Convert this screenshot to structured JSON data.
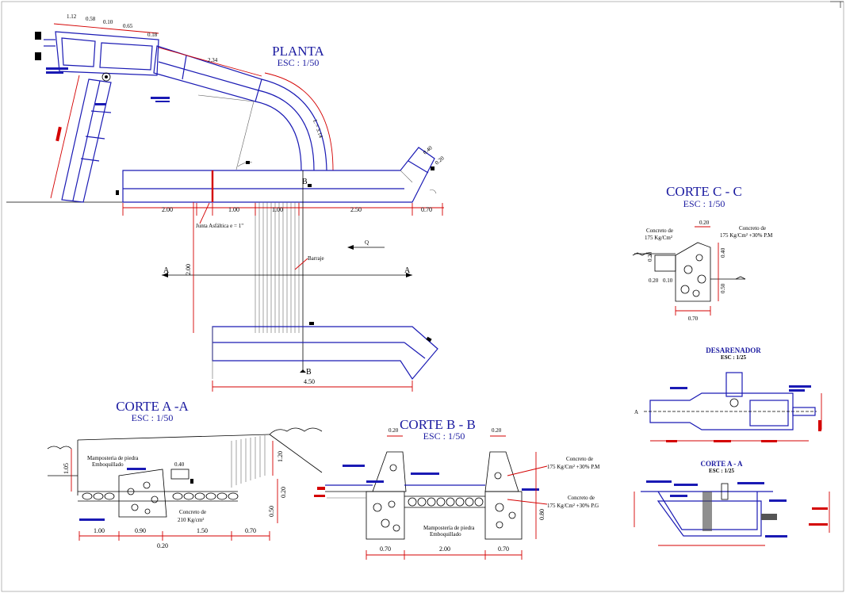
{
  "planta": {
    "title": "PLANTA",
    "scale": "ESC : 1/50",
    "dims": [
      "2.00",
      "1.00",
      "1.00",
      "2.50",
      "0.70"
    ],
    "dim_vert": "2.00",
    "dim_bottom": "4.50",
    "dim_corner_a": "0.40",
    "dim_corner_b": "0.20",
    "dim_arc": "L = 3.14",
    "section_a": "A",
    "section_b": "B",
    "flow_label": "Q",
    "junta_label": "Junta Asfáltica e = 1\"",
    "barraje_label": "Barraje"
  },
  "corte_cc": {
    "title": "CORTE C - C",
    "scale": "ESC : 1/50",
    "concrete_left": [
      "Concreto de",
      "175 Kg/Cm²"
    ],
    "concrete_right": [
      "Concreto de",
      "175 Kg/Cm² +30% P.M"
    ],
    "dim_top": "0.20",
    "dim_v1": "0.40",
    "dim_v2": "0.50",
    "dim_v3": "0.20",
    "dim_bottom": "0.70",
    "dim_small": [
      "0.20",
      "0.10"
    ]
  },
  "desarenador": {
    "title": "DESARENADOR",
    "scale": "ESC : 1/25",
    "mark": "A"
  },
  "corte_aa_small": {
    "title": "CORTE A - A",
    "scale": "ESC : 1/25"
  },
  "corte_aa": {
    "title": "CORTE A -A",
    "scale": "ESC : 1/50",
    "masonry_label": [
      "Mamposteria de piedra",
      "Emboquillado"
    ],
    "concrete_label": [
      "Concreto de",
      "210 Kg/cm²"
    ],
    "dims_bottom": [
      "1.00",
      "0.90",
      "1.50",
      "0.70"
    ],
    "dim_under": "0.20",
    "dim_left": "1.05",
    "dim_right": "1.20",
    "dim_v_a": "0.20",
    "dim_v_b": "0.50",
    "dim_mark": "0.40"
  },
  "corte_bb": {
    "title": "CORTE B - B",
    "scale": "ESC : 1/50",
    "concrete_top": [
      "Concreto de",
      "175 Kg/Cm² +30% P.M"
    ],
    "concrete_bottom": [
      "Concreto de",
      "175 Kg/Cm² +30% P.G"
    ],
    "masonry_label": [
      "Mampostería de piedra",
      "Emboquillado"
    ],
    "dim_top_left": "0.20",
    "dim_top_right": "0.20",
    "dims_bottom": [
      "0.70",
      "2.00",
      "0.70"
    ],
    "dim_v": "0.80"
  }
}
